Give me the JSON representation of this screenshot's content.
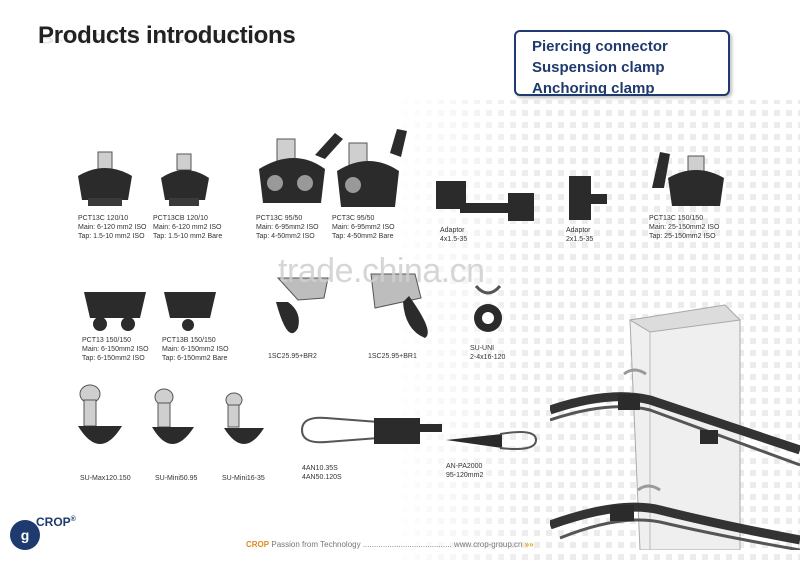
{
  "header": {
    "title": "Products introductions"
  },
  "categories": [
    "Piercing connector",
    "Suspension clamp",
    "Anchoring clamp"
  ],
  "products": [
    {
      "model": "PCT13C 120/10",
      "main": "Main: 6-120 mm2 ISO",
      "tap": "Tap: 1.5-10 mm2 ISO"
    },
    {
      "model": "PCT13CB 120/10",
      "main": "Main: 6-120 mm2 ISO",
      "tap": "Tap: 1.5-10 mm2 Bare"
    },
    {
      "model": "PCT13C 95/50",
      "main": "Main: 6-95mm2 ISO",
      "tap": "Tap: 4-50mm2 ISO"
    },
    {
      "model": "PCT3C 95/50",
      "main": "Main: 6-95mm2 ISO",
      "tap": "Tap: 4-50mm2 Bare"
    },
    {
      "model": "Adaptor",
      "main": "4x1.5-35",
      "tap": ""
    },
    {
      "model": "Adaptor",
      "main": "2x1.5-35",
      "tap": ""
    },
    {
      "model": "PCT13C 150/150",
      "main": "Main: 25-150mm2 ISO",
      "tap": "Tap: 25-150mm2 ISO"
    },
    {
      "model": "PCT13 150/150",
      "main": "Main: 6-150mm2 ISO",
      "tap": "Tap: 6-150mm2 ISO"
    },
    {
      "model": "PCT13B 150/150",
      "main": "Main: 6-150mm2 ISO",
      "tap": "Tap: 6-150mm2 Bare"
    },
    {
      "model": "1SC25.95+BR2",
      "main": "",
      "tap": ""
    },
    {
      "model": "1SC25.95+BR1",
      "main": "",
      "tap": ""
    },
    {
      "model": "SU-UNI",
      "main": "2-4x16-120",
      "tap": ""
    },
    {
      "model": "SU-Max120.150",
      "main": "",
      "tap": ""
    },
    {
      "model": "SU-Mini50.95",
      "main": "",
      "tap": ""
    },
    {
      "model": "SU-Mini16-35",
      "main": "",
      "tap": ""
    },
    {
      "model": "4AN10.35S",
      "main": "4AN50.120S",
      "tap": ""
    },
    {
      "model": "AN-PA2000",
      "main": "95-120mm2",
      "tap": ""
    }
  ],
  "watermark": "trade.china.cn",
  "footer": {
    "brand": "CROP",
    "slogan": "Passion from Technology",
    "dots": "........................................",
    "url": "www.crop-group.cn",
    "arrows": "»»"
  },
  "logo": {
    "letter": "g",
    "name": "CROP",
    "reg": "®"
  },
  "colors": {
    "accent": "#1e3a6e",
    "orange": "#e08a1e",
    "product": "#2b2b2b"
  }
}
